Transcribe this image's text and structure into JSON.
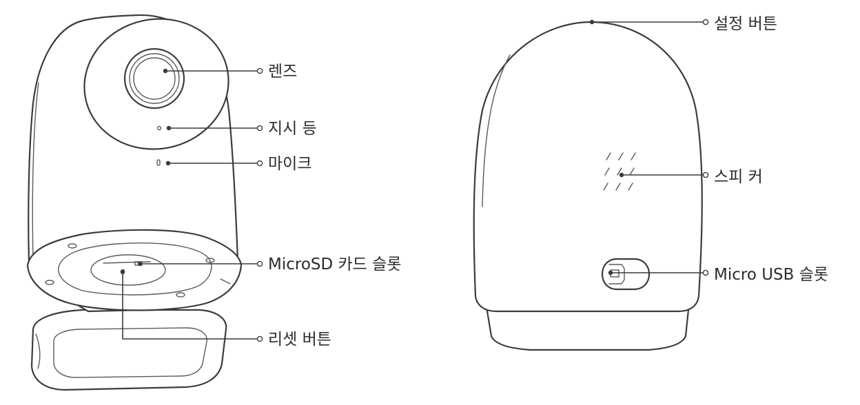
{
  "labels": {
    "lens": "렌즈",
    "indicator": "지시 등",
    "microphone": "마이크",
    "microsd_slot": "MicroSD 카드 슬롯",
    "reset_button": "리셋 버튼",
    "setup_button": "설정 버튼",
    "speaker": "스피 커",
    "micro_usb_slot": "Micro USB 슬롯"
  },
  "colors": {
    "stroke": "#3b3b3b",
    "text": "#2b2b2b",
    "background": "#ffffff"
  }
}
